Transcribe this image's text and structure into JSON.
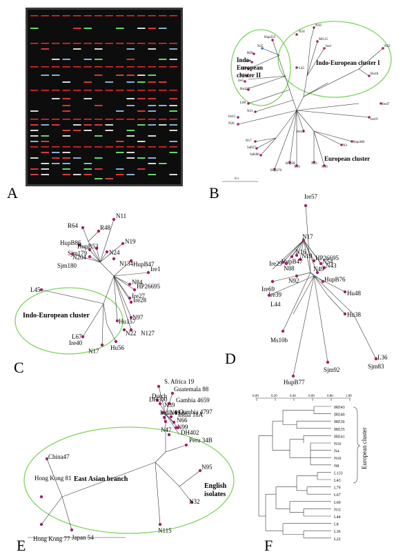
{
  "panels": {
    "A": {
      "letter": "A"
    },
    "B": {
      "letter": "B",
      "cluster_labels": [
        "Indo-\nEuropean\ncluster II",
        "Indo-European cluster I",
        "European cluster"
      ],
      "scale_label": "0.1",
      "leaves": [
        "Hup253",
        "N24",
        "N10",
        "MG15",
        "Ire2",
        "N22",
        "L45",
        "Hu18",
        "N25",
        "R69",
        "R64",
        "L86",
        "R13",
        "Ire5",
        "Hu157",
        "L08",
        "N21",
        "Ire15",
        "N26",
        "Ire47",
        "Ire19",
        "N17",
        "SaP27",
        "SaK80",
        "Ire13",
        "N33",
        "N19",
        "N30",
        "N3",
        "Hup380",
        "Hup276",
        "Hup58"
      ]
    },
    "C": {
      "letter": "C",
      "cluster_label": "Indo-European cluster",
      "leaves": [
        "R64",
        "R48",
        "N11",
        "HupB86",
        "HupB53",
        "N24",
        "N19",
        "Sjm179",
        "N204",
        "N134",
        "Ire1",
        "Sjm180",
        "HupB47",
        "N84",
        "HP26695",
        "Ire27",
        "Ire28",
        "L45",
        "L67",
        "N97",
        "Hu157",
        "N127",
        "Ire40",
        "N17",
        "Hu56",
        "N22"
      ]
    },
    "D": {
      "letter": "D",
      "leaves": [
        "Ire57",
        "N17",
        "N16",
        "N19",
        "HupB47",
        "Ire29",
        "N88",
        "HP26695",
        "N54",
        "N43",
        "N49",
        "HupB76",
        "Ire69",
        "N92",
        "Hu48",
        "Ire39",
        "Hu38",
        "L44",
        "L36",
        "Ms10b",
        "HupB77",
        "Sjm92",
        "Sjm83"
      ]
    },
    "E": {
      "letter": "E",
      "cluster_labels": [
        "East Asian branch",
        "English\nisolates"
      ],
      "leaves": [
        "S. Africa 19",
        "Guatemala 88",
        "Gambia 4659",
        "Dutch",
        "Gambia 4797",
        "DH300",
        "N39",
        "N6",
        "India 18A",
        "India 19A",
        "N66",
        "N99",
        "N47",
        "DH402",
        "Peru 34B",
        "China47",
        "Hong Kong 81",
        "N95",
        "N32",
        "N115",
        "Hong Kong 77",
        "Japan 54"
      ]
    },
    "F": {
      "letter": "F",
      "axis_ticks": [
        "0.00",
        "0.20",
        "0.40",
        "0.60",
        "0.80",
        "1.00"
      ],
      "cluster_label": "European cluster",
      "leaves": [
        "IRE43",
        "IRE40",
        "IRE36",
        "IRE35",
        "IRE41",
        "N16",
        "N4",
        "N10",
        "N8",
        "L133",
        "L43",
        "L79",
        "L67",
        "L60",
        "N11",
        "L44",
        "L8",
        "L36",
        "L22"
      ]
    }
  }
}
